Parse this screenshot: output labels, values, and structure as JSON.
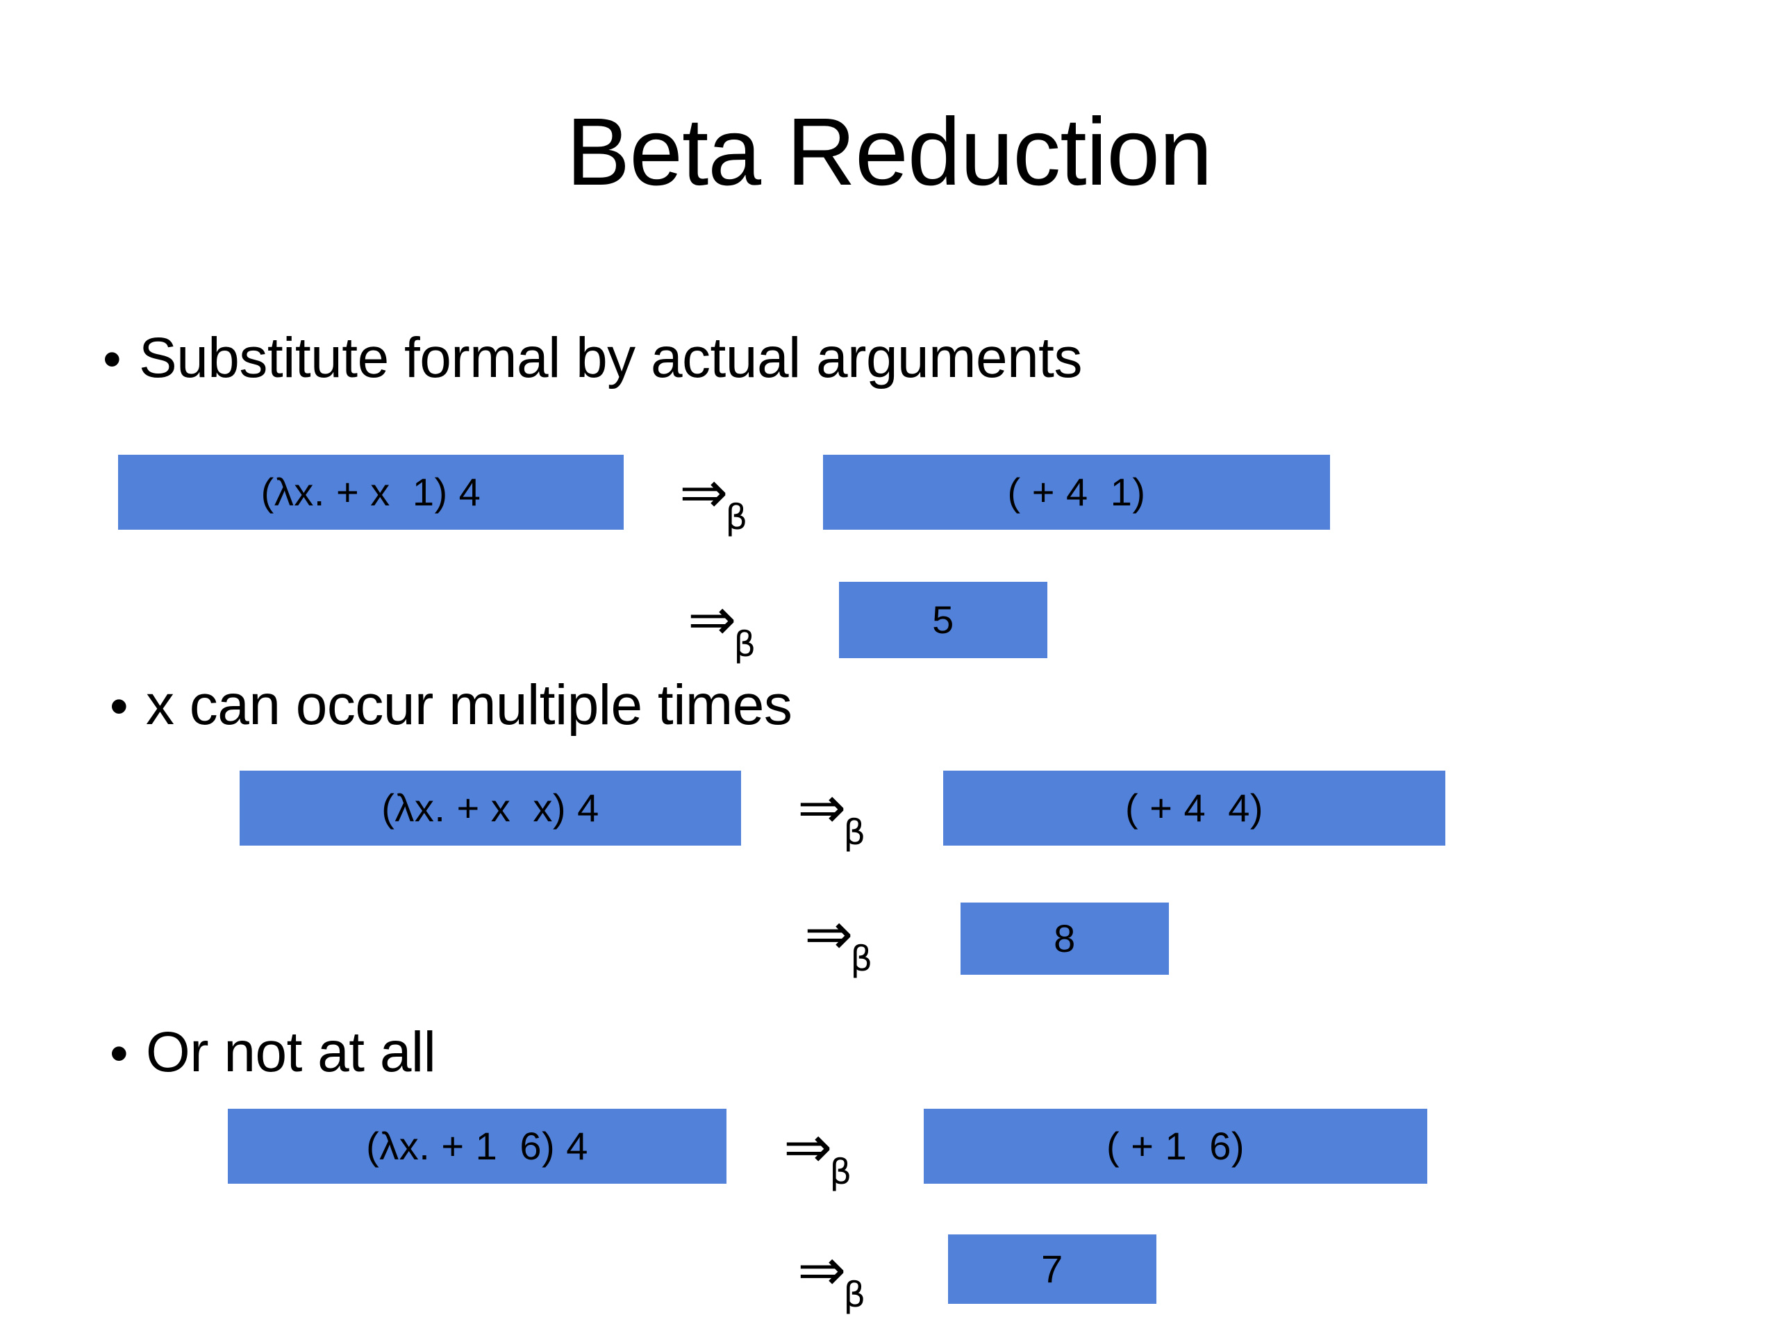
{
  "slide": {
    "title": "Beta Reduction",
    "accent_color": "#5281D9",
    "background_color": "#ffffff",
    "text_color": "#000000"
  },
  "bullet_marker": "•",
  "arrow": {
    "glyph": "⇒",
    "subscript": "β"
  },
  "sections": [
    {
      "bullet": "Substitute formal by actual arguments",
      "steps": [
        {
          "lhs": "(λx. + x  1) 4",
          "rhs": "( + 4  1)"
        },
        {
          "lhs": "",
          "rhs": "5"
        }
      ]
    },
    {
      "bullet": "x can occur multiple times",
      "steps": [
        {
          "lhs": "(λx. + x  x) 4",
          "rhs": "( + 4  4)"
        },
        {
          "lhs": "",
          "rhs": "8"
        }
      ]
    },
    {
      "bullet": "Or not at all",
      "steps": [
        {
          "lhs": "(λx. + 1  6) 4",
          "rhs": "( + 1  6)"
        },
        {
          "lhs": "",
          "rhs": "7"
        }
      ]
    }
  ]
}
